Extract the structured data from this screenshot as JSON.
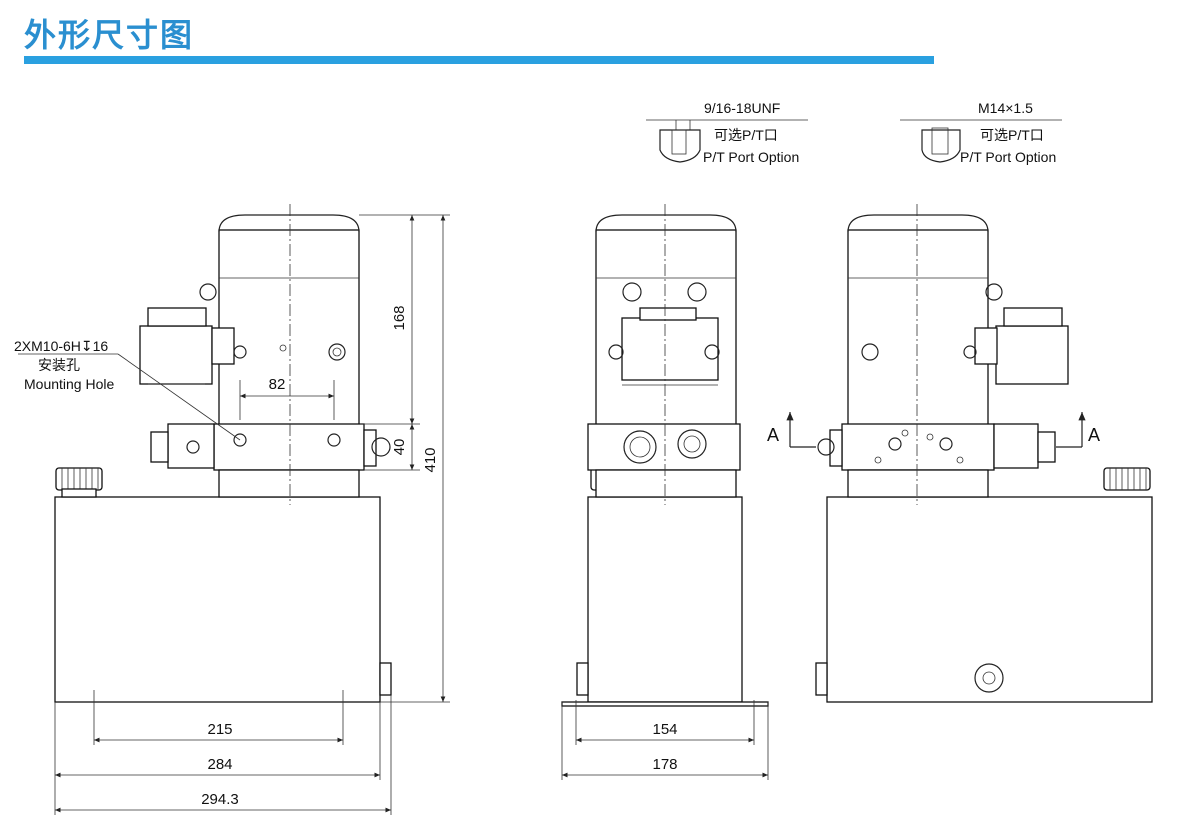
{
  "title": "外形尺寸图",
  "colors": {
    "title": "#2a8fd0",
    "bar": "#2aa0e0",
    "line": "#222222"
  },
  "port_options": [
    {
      "thread": "9/16-18UNF",
      "label_cn": "可选P/T口",
      "label_en": "P/T Port Option"
    },
    {
      "thread": "M14×1.5",
      "label_cn": "可选P/T口",
      "label_en": "P/T Port Option"
    }
  ],
  "mounting_hole": {
    "spec": "2XM10-6H↧16",
    "label_cn": "安装孔",
    "label_en": "Mounting Hole"
  },
  "dimensions": {
    "d168": "168",
    "d40": "40",
    "d410": "410",
    "d82": "82",
    "d215": "215",
    "d284": "284",
    "d294": "294.3",
    "d154": "154",
    "d178": "178"
  },
  "section_marks": {
    "left": "A",
    "right": "A"
  }
}
